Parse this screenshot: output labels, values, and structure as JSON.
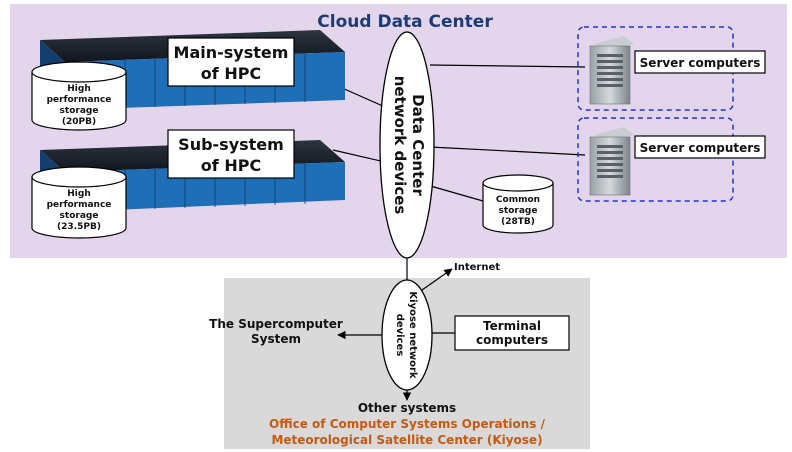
{
  "title": "Cloud Data Center",
  "main_system": [
    "Main-system",
    "of HPC"
  ],
  "sub_system": [
    "Sub-system",
    "of HPC"
  ],
  "storage_main": [
    "High",
    "performance",
    "storage",
    "(20PB)"
  ],
  "storage_sub": [
    "High",
    "performance",
    "storage",
    "(23.5PB)"
  ],
  "common_storage": [
    "Common",
    "storage",
    "(28TB)"
  ],
  "dc_network": [
    "Data Center",
    "network devices"
  ],
  "server_1": "Server computers",
  "server_2": "Server computers",
  "internet": "Internet",
  "kiyose_network": [
    "Kiyose network",
    "devices"
  ],
  "terminal": [
    "Terminal",
    "computers"
  ],
  "supercomputer": [
    "The Supercomputer",
    "System"
  ],
  "other_systems": "Other systems",
  "office": [
    "Office of Computer Systems Operations /",
    "Meteorological Satellite Center (Kiyose)"
  ],
  "colors": {
    "cloud_bg": "#e3d6ec",
    "kiyose_bg": "#d9d9d9",
    "title": "#1f3b73",
    "office": "#c55a11",
    "rack": "#1e6fb8",
    "dashed": "#1f35d6"
  }
}
